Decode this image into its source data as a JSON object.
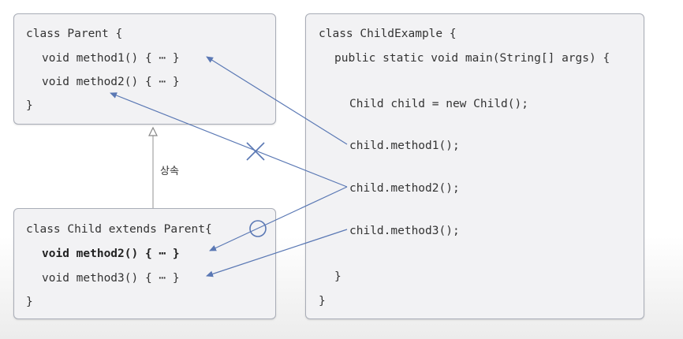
{
  "parent": {
    "line1": "class Parent {",
    "line2": "void method1() { ⋯ }",
    "line3": "void method2() { ⋯ }",
    "line4": "}"
  },
  "child": {
    "line1": "class Child extends Parent{",
    "line2": "void method2() { ⋯ }",
    "line3": "void method3() { ⋯ }",
    "line4": "}"
  },
  "example": {
    "line1": "class ChildExample {",
    "line2": "public static void main(String[] args) {",
    "line3": "Child child = new Child();",
    "line4": "child.method1();",
    "line5": "child.method2();",
    "line6": "child.method3();",
    "line7": "}",
    "line8": "}"
  },
  "inherit_label": "상속",
  "colors": {
    "arrow": "#5a78b4",
    "box_border": "#a9adb7",
    "box_fill": "#f2f2f4"
  }
}
